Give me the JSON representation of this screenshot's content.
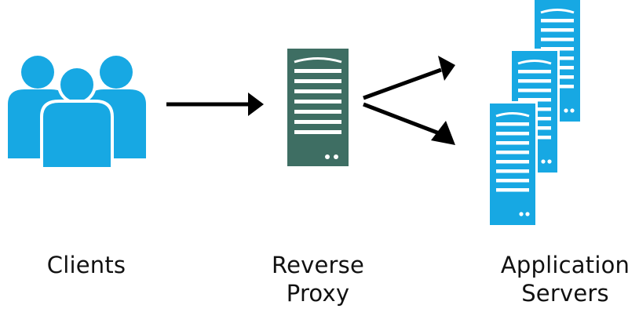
{
  "diagram": {
    "colors": {
      "clients": "#17a8e3",
      "proxy": "#3e6e63",
      "servers": "#17a8e3",
      "arrow": "#000000",
      "background": "#ffffff"
    },
    "icons": {
      "clients": "users-group-icon",
      "proxy": "server-tower-icon",
      "servers": "server-stack-icon",
      "arrows": "arrow-right-icon"
    },
    "labels": {
      "clients": "Clients",
      "proxy_line1": "Reverse",
      "proxy_line2": "Proxy",
      "servers_line1": "Application",
      "servers_line2": "Servers"
    }
  }
}
